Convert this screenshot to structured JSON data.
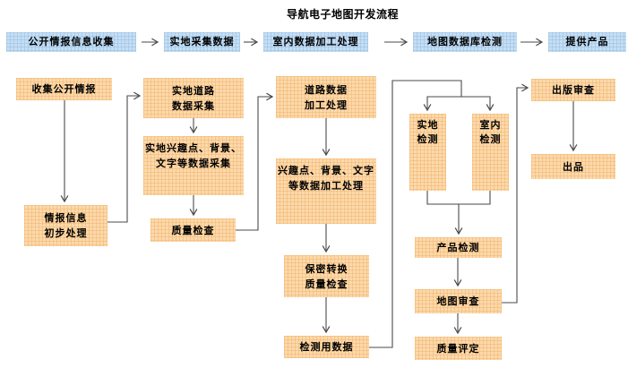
{
  "title": "导航电子地图开发流程",
  "colors": {
    "stage_fill": "#C6DEF2",
    "node_fill": "#FCD9AC",
    "connector": "#4A4A4A",
    "text": "#000000",
    "background": "#FFFFFF"
  },
  "stages": {
    "s1": "公开情报信息收集",
    "s2": "实地采集数据",
    "s3": "室内数据加工处理",
    "s4": "地图数据库检测",
    "s5": "提供产品"
  },
  "nodes": {
    "collect_public_intel": {
      "l1": "收集公开情报"
    },
    "intel_preprocess": {
      "l1": "情报信息",
      "l2": "初步处理"
    },
    "field_road_collect": {
      "l1": "实地道路",
      "l2": "数据采集"
    },
    "field_poi_collect": {
      "l1": "实地兴趣点、背景、",
      "l2": "文字等数据采集"
    },
    "quality_check": {
      "l1": "质量检查"
    },
    "road_data_process": {
      "l1": "道路数据",
      "l2": "加工处理"
    },
    "poi_data_process": {
      "l1": "兴趣点、背景、文字",
      "l2": "等数据加工处理"
    },
    "secrecy_convert_qc": {
      "l1": "保密转换",
      "l2": "质量检查"
    },
    "test_data": {
      "l1": "检测用数据"
    },
    "field_test": {
      "l1": "实地",
      "l2": "检测"
    },
    "indoor_test": {
      "l1": "室内",
      "l2": "检测"
    },
    "product_test": {
      "l1": "产品检测"
    },
    "map_review": {
      "l1": "地图审查"
    },
    "quality_eval": {
      "l1": "质量评定"
    },
    "publish_review": {
      "l1": "出版审查"
    },
    "release": {
      "l1": "出品"
    }
  }
}
